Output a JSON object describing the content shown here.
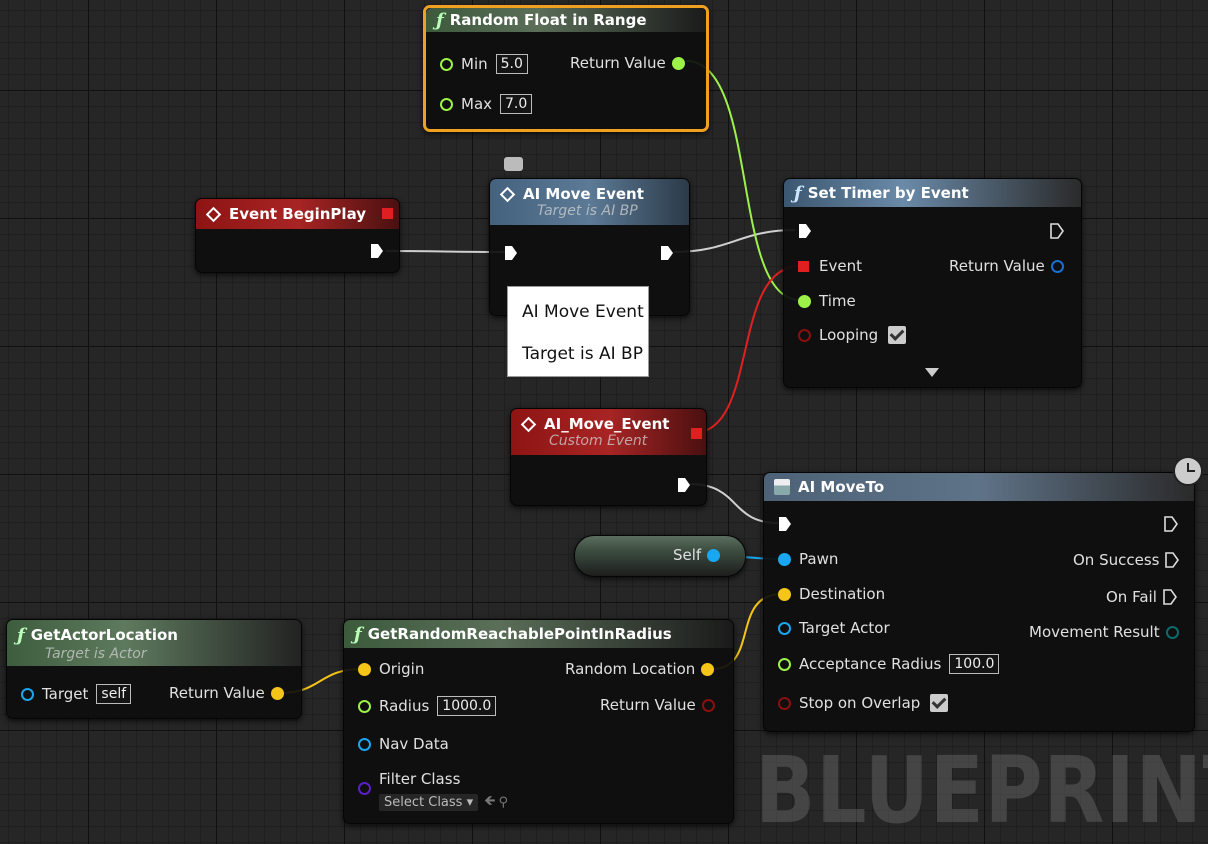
{
  "colors": {
    "exec": "#ffffff",
    "float": "#9df24a",
    "object": "#1aa6f0",
    "vector": "#f5c518",
    "delegate": "#e02020",
    "bool": "#8a1010",
    "class": "#5a1fc8",
    "selected_outline": "#f0a020"
  },
  "nodes": {
    "random_float": {
      "title": "Random Float in Range",
      "min_label": "Min",
      "min_value": "5.0",
      "max_label": "Max",
      "max_value": "7.0",
      "return_label": "Return Value"
    },
    "begin_play": {
      "title": "Event BeginPlay"
    },
    "ai_move_event_call": {
      "title": "AI Move Event",
      "subtitle": "Target is AI BP"
    },
    "set_timer": {
      "title": "Set Timer by Event",
      "event_label": "Event",
      "return_label": "Return Value",
      "time_label": "Time",
      "looping_label": "Looping"
    },
    "custom_event": {
      "title": "AI_Move_Event",
      "subtitle": "Custom Event"
    },
    "ai_moveto": {
      "title": "AI MoveTo",
      "pawn_label": "Pawn",
      "on_success_label": "On Success",
      "destination_label": "Destination",
      "on_fail_label": "On Fail",
      "target_actor_label": "Target Actor",
      "movement_result_label": "Movement Result",
      "acceptance_radius_label": "Acceptance Radius",
      "acceptance_radius_value": "100.0",
      "stop_on_overlap_label": "Stop on Overlap"
    },
    "self": {
      "label": "Self"
    },
    "get_actor_location": {
      "title": "GetActorLocation",
      "subtitle": "Target is Actor",
      "target_label": "Target",
      "target_value": "self",
      "return_label": "Return Value"
    },
    "random_point": {
      "title": "GetRandomReachablePointInRadius",
      "origin_label": "Origin",
      "random_location_label": "Random Location",
      "radius_label": "Radius",
      "radius_value": "1000.0",
      "return_label": "Return Value",
      "nav_data_label": "Nav Data",
      "filter_class_label": "Filter Class",
      "select_class_label": "Select Class"
    }
  },
  "tooltip": {
    "line1": "AI Move Event",
    "line2": "Target is AI BP"
  },
  "watermark": "BLUEPRINT"
}
